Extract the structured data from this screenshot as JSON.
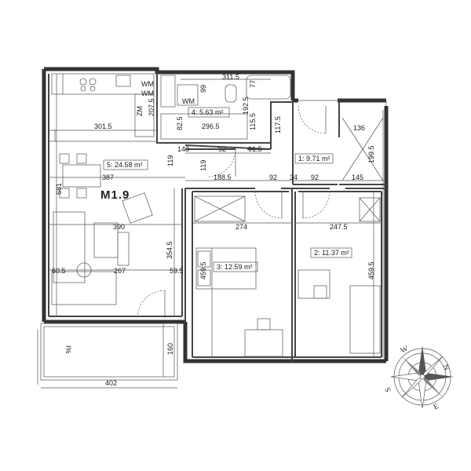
{
  "apartment": {
    "name": "M1.9"
  },
  "rooms": [
    {
      "id": "room-1",
      "label": "1: 9.71 m²"
    },
    {
      "id": "room-2",
      "label": "2: 11.37 m²"
    },
    {
      "id": "room-3",
      "label": "3: 12.59 m²"
    },
    {
      "id": "room-4",
      "label": "4: 5.63 m²"
    },
    {
      "id": "room-5",
      "label": "5: 24.58 m²"
    }
  ],
  "dimensions": {
    "d_311_5": "311.5",
    "d_99": "99",
    "d_77": "77",
    "d_207_5": "207.5",
    "d_192_5": "192.5",
    "d_82_5": "82.5",
    "d_115_5": "115.5",
    "d_296_5": "296.5",
    "d_301_5": "301.5",
    "d_117_5": "117.5",
    "d_136": "136",
    "d_143": "143",
    "d_92_a": "92",
    "d_91_5": "91.5",
    "d_199_5": "199.5",
    "d_119_a": "119",
    "d_119_b": "119",
    "d_387": "387",
    "d_188_5": "188.5",
    "d_92_b": "92",
    "d_34": "34",
    "d_92_c": "92",
    "d_145": "145",
    "d_681": "681",
    "d_390": "390",
    "d_274": "274",
    "d_247_5": "247.5",
    "d_354_5": "354.5",
    "d_60_5": "60.5",
    "d_267": "267",
    "d_59_5": "59.5",
    "d_459_5_a": "459.5",
    "d_459_5_b": "459.5",
    "d_160": "160",
    "d_402": "402"
  },
  "kitchen_marks": {
    "wm1": "WM",
    "wm2": "WM",
    "zm": "ZM"
  },
  "balcony_mark": "I%",
  "compass": {
    "n": "N",
    "s": "S",
    "e": "E",
    "w": "W"
  }
}
